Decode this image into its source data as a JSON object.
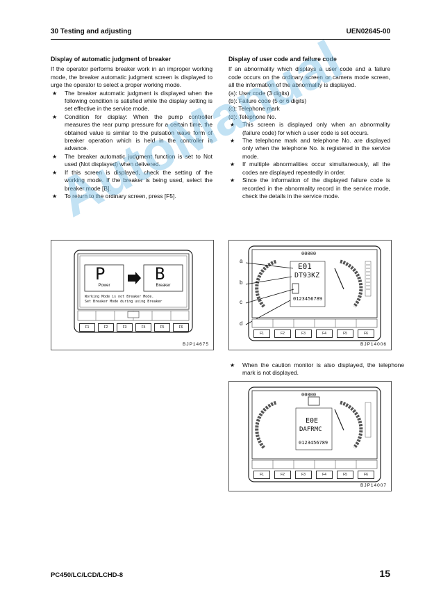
{
  "header": {
    "left": "30 Testing and adjusting",
    "right": "UEN02645-00"
  },
  "left": {
    "title": "Display of automatic judgment of breaker",
    "intro": "If the operator performs breaker work in an improper working mode, the breaker automatic judgment screen is displayed to urge the operator to select a proper working mode.",
    "stars": [
      "The breaker automatic judgment is displayed when the following condition is satisfied while the display setting is set effective in the service mode.",
      "Condition for display: When the pump controller measures the rear pump pressure for a certain time, the obtained value is similar to the pulsation wave form of breaker operation which is held in the controller in advance.",
      "The breaker automatic judgment function is set to Not used (Not displayed) when delivered.",
      "If this screen is displayed, check the setting of the working mode. If the breaker is being used, select the breaker mode [B].",
      "To return to the ordinary screen, press [F5]."
    ],
    "figure": {
      "code": "BJP14675",
      "from_mode": "P",
      "from_label": "Power",
      "to_mode": "B",
      "to_label": "Breaker",
      "msg1": "Working Mode is not Breaker Mode.",
      "msg2": "Set Breaker Mode during using Breaker",
      "fkeys": [
        "F1",
        "F2",
        "F3",
        "F4",
        "F5",
        "F6"
      ]
    }
  },
  "right": {
    "title": "Display of user code and failure code",
    "intro": "If an abnormality which displays a user code and a failure code occurs on the ordinary screen or camera mode screen, all the information of the abnormality is displayed.",
    "items": [
      "(a): User code (3 digits)",
      "(b): Failure code (5 or 6 digits)",
      "(c): Telephone mark",
      "(d): Telephone No."
    ],
    "stars": [
      "This screen is displayed only when an abnormality (failure code) for which a user code is set occurs.",
      "The telephone mark and telephone No. are displayed only when the telephone No. is registered in the service mode.",
      "If multiple abnormalities occur simultaneously, all the codes are displayed repeatedly in order.",
      "Since the information of the displayed failure code is recorded in the abnormality record in the service mode, check the details in the service mode."
    ],
    "figure1": {
      "code": "BJP14006",
      "hours": "00000",
      "user_code": "E01",
      "failure_code": "DT93KZ",
      "phone": "0123456789",
      "callouts": [
        "a",
        "b",
        "c",
        "d"
      ],
      "fkeys": [
        "F1",
        "F2",
        "F3",
        "F4",
        "F5",
        "F6"
      ]
    },
    "note": "When the caution monitor is also displayed, the telephone mark is not displayed.",
    "figure2": {
      "code": "BJP14007",
      "hours": "00000",
      "user_code": "E0E",
      "failure_code": "DAFRMC",
      "phone": "0123456789",
      "fkeys": [
        "F1",
        "F2",
        "F3",
        "F4",
        "F5",
        "F6"
      ]
    }
  },
  "footer": {
    "left": "PC450/LC/LCD/LCHD-8",
    "page": "15"
  },
  "watermark": "AutoManual"
}
